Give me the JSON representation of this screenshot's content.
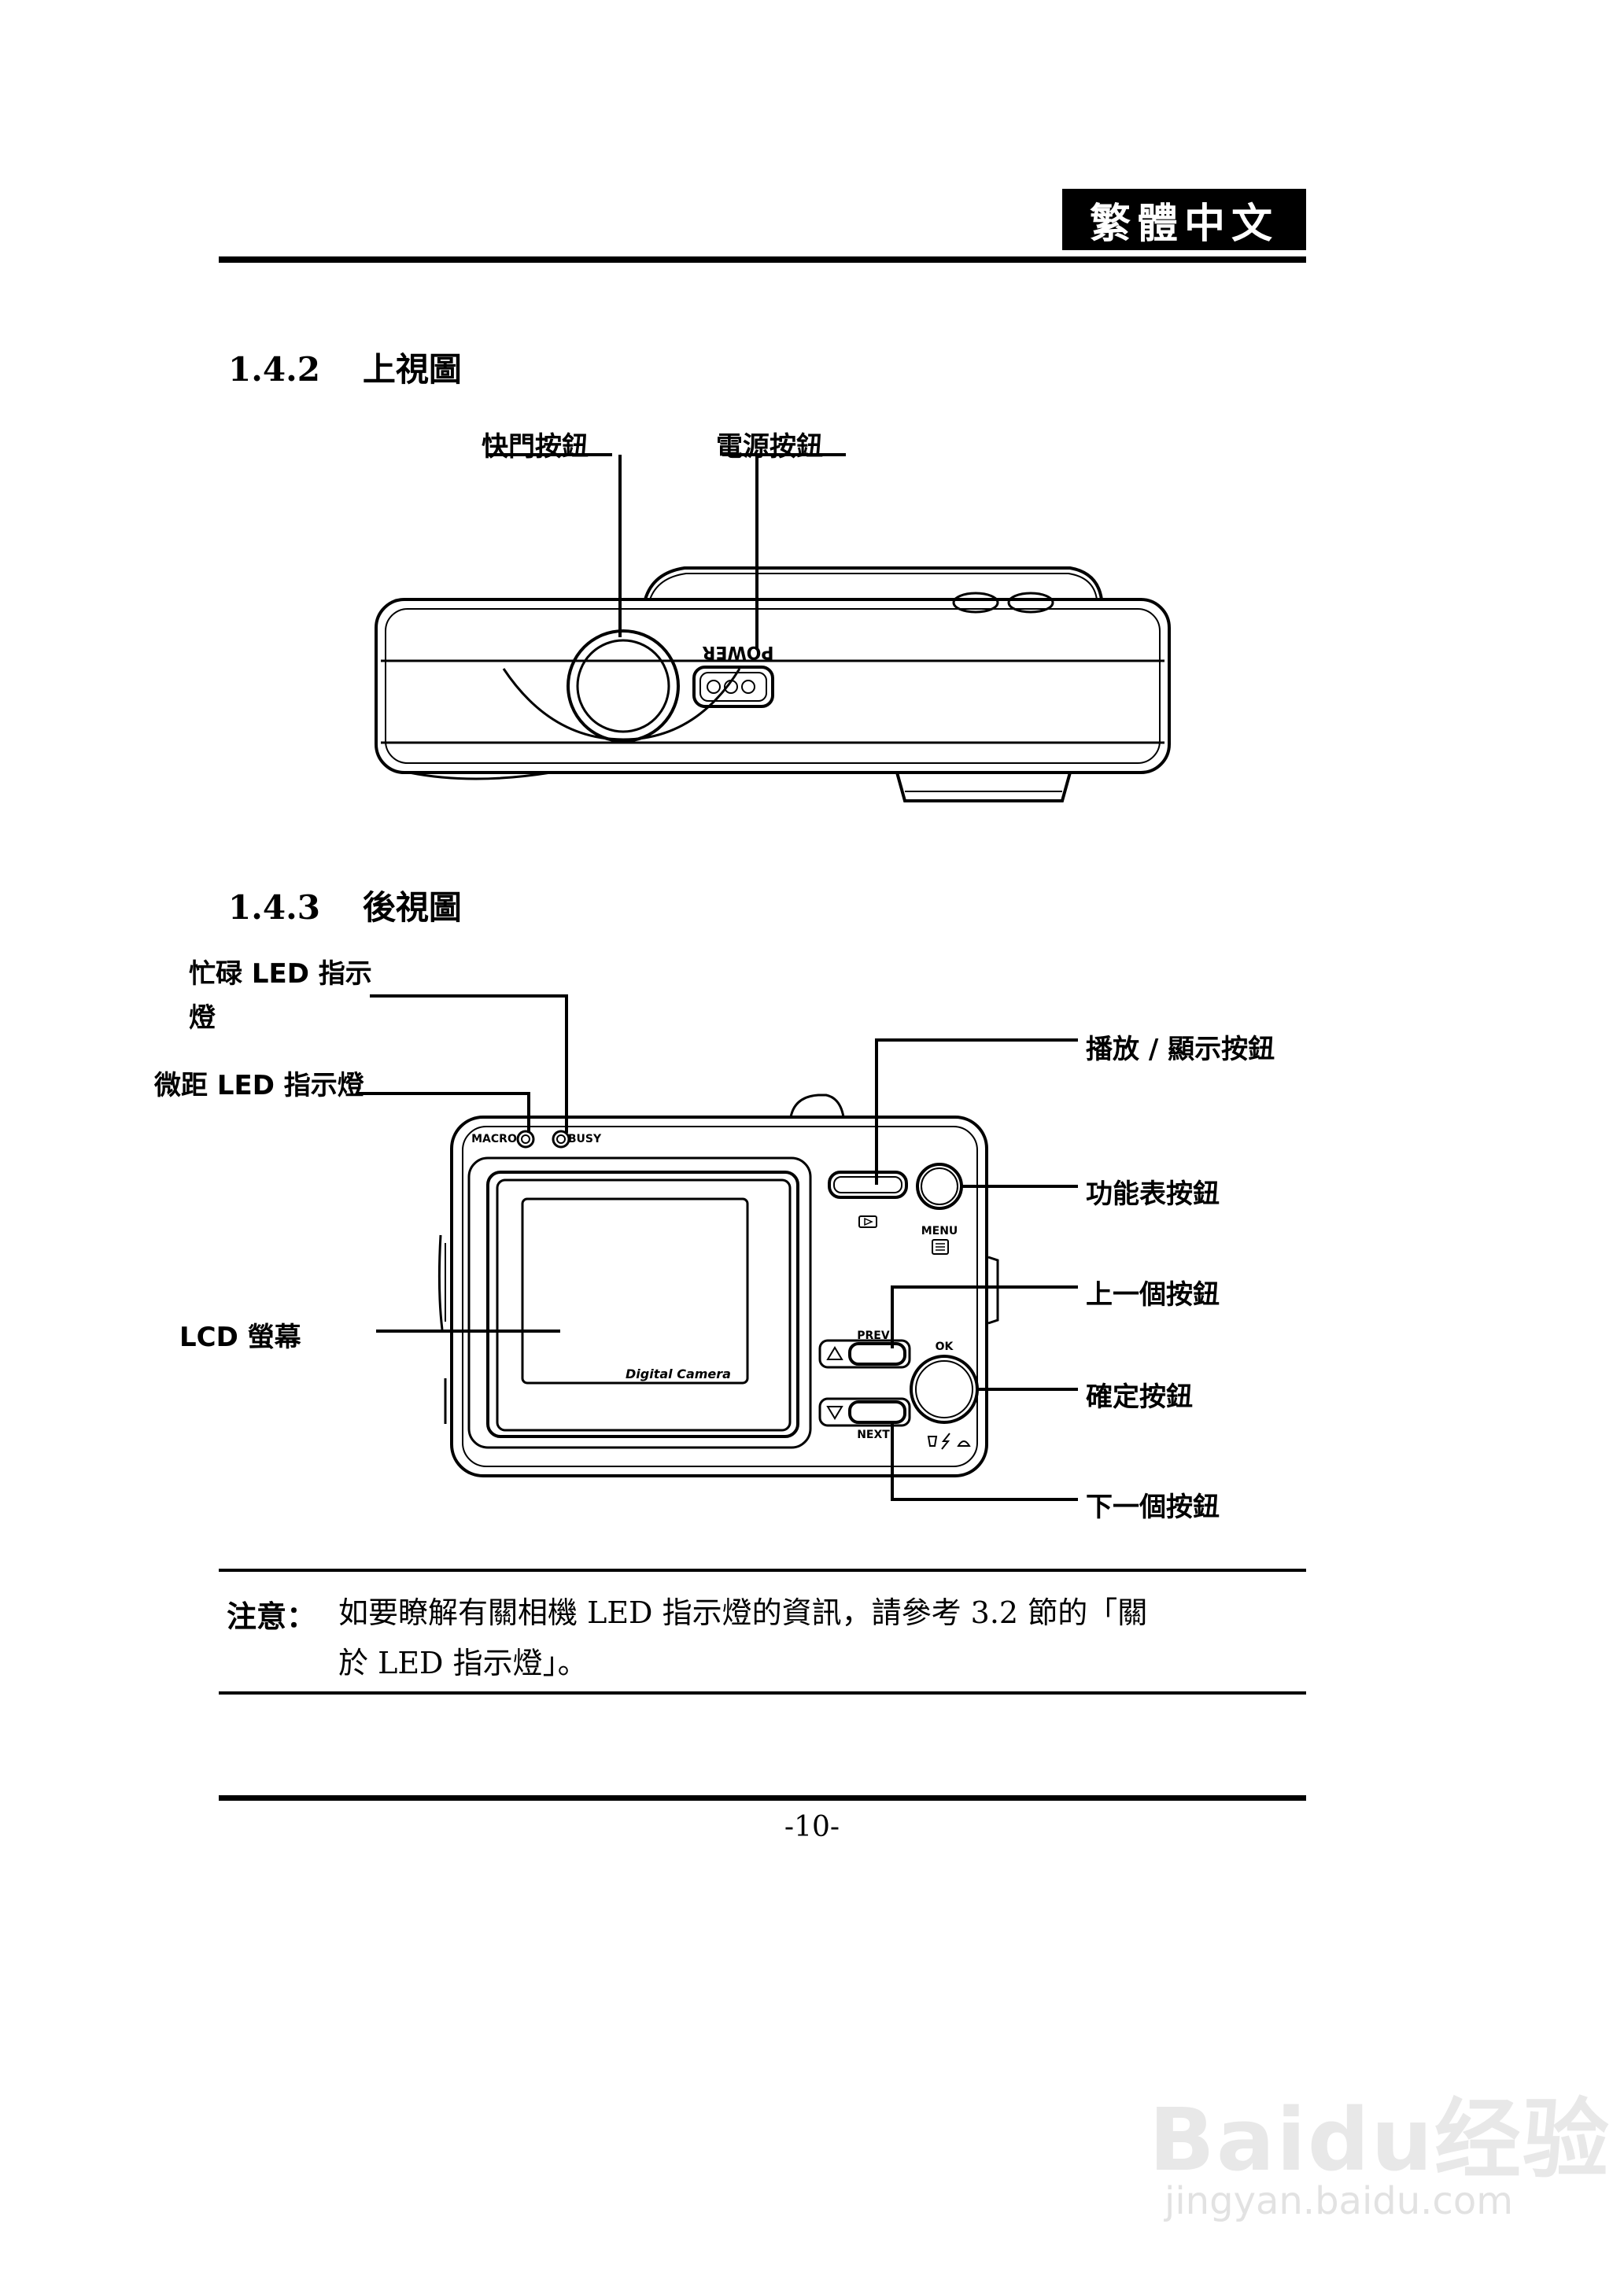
{
  "header": {
    "language_tab": "繁體中文"
  },
  "section_top": {
    "number": "1.4.2",
    "title": "上視圖",
    "labels": {
      "shutter": "快門按鈕",
      "power": "電源按鈕"
    },
    "device_text": {
      "power": "POWER"
    }
  },
  "section_back": {
    "number": "1.4.3",
    "title": "後視圖",
    "labels": {
      "busy_led": "忙碌 LED 指示燈",
      "macro_led": "微距 LED 指示燈",
      "lcd": "LCD 螢幕",
      "play_display": "播放 / 顯示按鈕",
      "menu": "功能表按鈕",
      "prev": "上一個按鈕",
      "ok": "確定按鈕",
      "next": "下一個按鈕"
    },
    "device_text": {
      "macro": "MACRO",
      "busy": "BUSY",
      "menu": "MENU",
      "prev": "PREV",
      "next": "NEXT",
      "ok": "OK",
      "digital_camera": "Digital Camera"
    }
  },
  "note": {
    "label": "注意：",
    "line1": "如要瞭解有關相機 LED 指示燈的資訊，請參考 3.2 節的「關",
    "line2": "於 LED 指示燈」。"
  },
  "footer": {
    "page_number": "-10-"
  },
  "watermark": {
    "logo": "Baidu经验",
    "url": "jingyan.baidu.com"
  }
}
